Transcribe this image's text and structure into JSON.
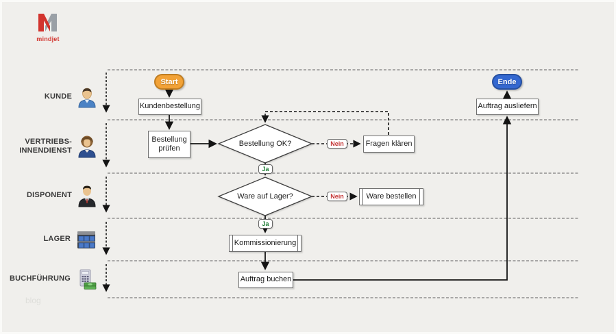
{
  "logo": {
    "brand": "mindjet"
  },
  "watermark": "blog",
  "lanes": [
    {
      "label": "KUNDE",
      "icon": "customer-icon"
    },
    {
      "label": "VERTRIEBS-INNENDIENST",
      "icon": "sales-rep-icon"
    },
    {
      "label": "DISPONENT",
      "icon": "dispatcher-icon"
    },
    {
      "label": "LAGER",
      "icon": "warehouse-icon"
    },
    {
      "label": "BUCHFÜHRUNG",
      "icon": "accounting-icon"
    }
  ],
  "nodes": {
    "start": "Start",
    "kundenbestellung": "Kundenbestellung",
    "bestellung_pruefen": "Bestellung prüfen",
    "bestellung_ok": "Bestellung OK?",
    "fragen_klaeren": "Fragen klären",
    "ware_auf_lager": "Ware auf Lager?",
    "ware_bestellen": "Ware bestellen",
    "kommissionierung": "Kommissionierung",
    "auftrag_buchen": "Auftrag buchen",
    "auftrag_ausliefern": "Auftrag ausliefern",
    "ende": "Ende"
  },
  "edge_labels": {
    "yes": "Ja",
    "no": "Nein"
  },
  "edges": [
    {
      "from": "Start",
      "to": "Kundenbestellung",
      "style": "solid"
    },
    {
      "from": "Kundenbestellung",
      "to": "Bestellung prüfen",
      "style": "solid"
    },
    {
      "from": "Bestellung prüfen",
      "to": "Bestellung OK?",
      "style": "solid"
    },
    {
      "from": "Bestellung OK?",
      "to": "Fragen klären",
      "label": "Nein",
      "style": "dashed"
    },
    {
      "from": "Fragen klären",
      "to": "Bestellung OK?",
      "style": "dashed"
    },
    {
      "from": "Bestellung OK?",
      "to": "Ware auf Lager?",
      "label": "Ja",
      "style": "solid"
    },
    {
      "from": "Ware auf Lager?",
      "to": "Ware bestellen",
      "label": "Nein",
      "style": "dashed"
    },
    {
      "from": "Ware auf Lager?",
      "to": "Kommissionierung",
      "label": "Ja",
      "style": "solid"
    },
    {
      "from": "Kommissionierung",
      "to": "Auftrag buchen",
      "style": "solid"
    },
    {
      "from": "Auftrag buchen",
      "to": "Auftrag ausliefern",
      "style": "solid"
    },
    {
      "from": "Auftrag ausliefern",
      "to": "Ende",
      "style": "solid"
    }
  ],
  "colors": {
    "background": "#f0efec",
    "start_fill": "#F2A237",
    "end_fill": "#3468D0",
    "yes_label": "#1e7e34",
    "no_label": "#c43131",
    "brand_red": "#d2342e"
  }
}
